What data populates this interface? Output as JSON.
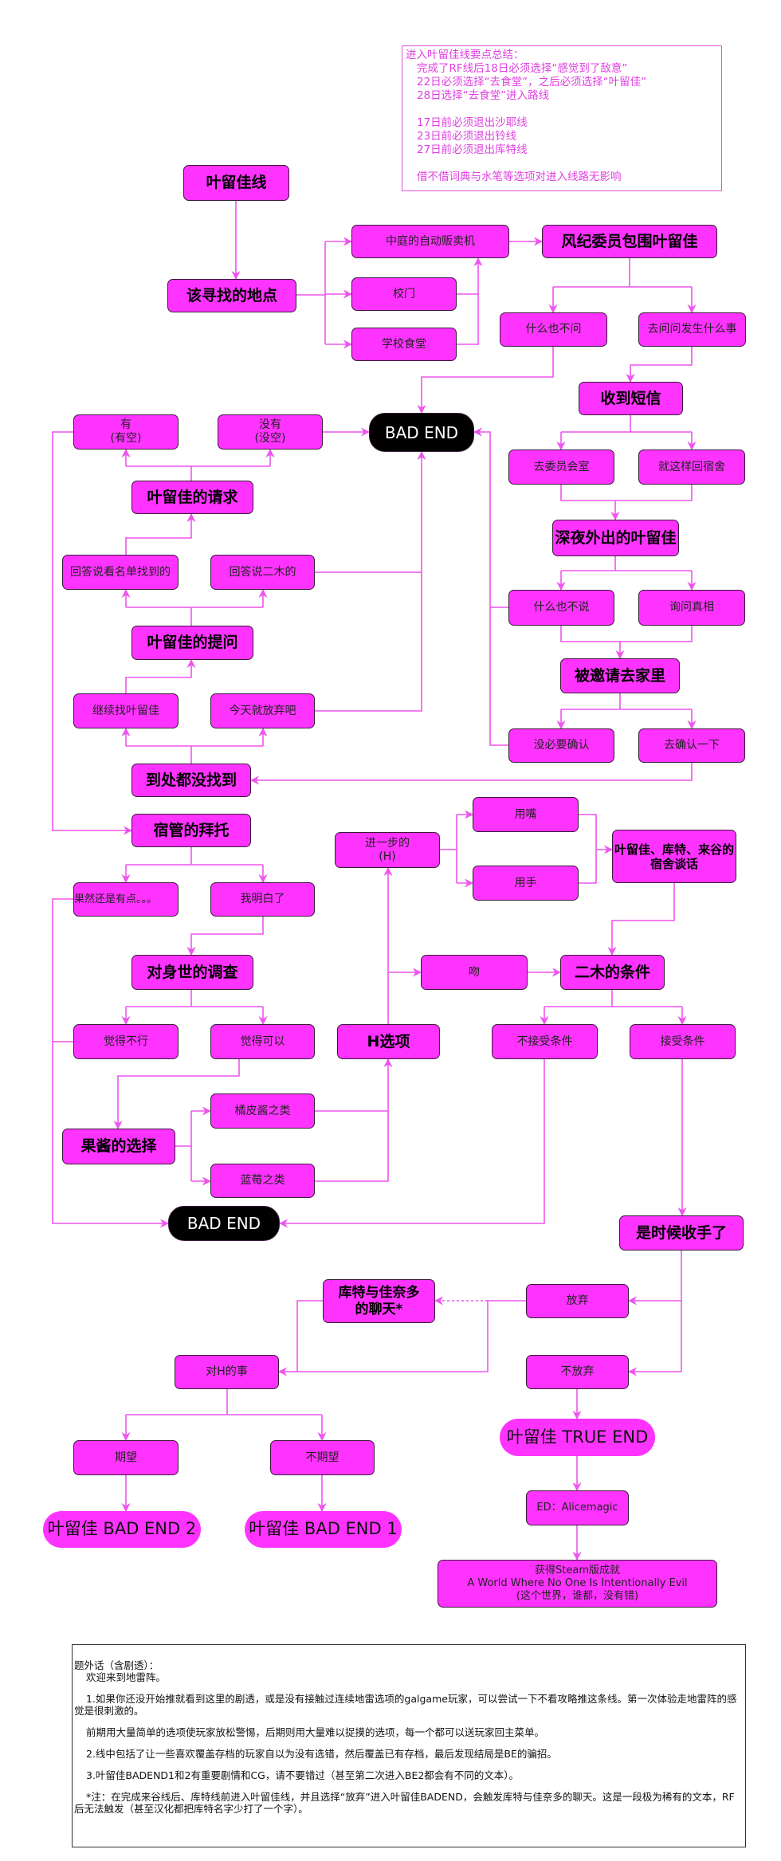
{
  "note": {
    "title": "进入叶留佳线要点总结：",
    "lines": [
      "完成了RF线后18日必须选择“感觉到了敌意”",
      "22日必须选择“去食堂”，之后必须选择“叶留佳”",
      "28日选择“去食堂”进入路线",
      "17日前必须退出沙耶线",
      "23日前必须退出铃线",
      "27日前必须退出库特线",
      "借不借词典与水笔等选项对进入线路无影响"
    ]
  },
  "nodes": {
    "start": "叶留佳线",
    "search_place": "该寻找的地点",
    "vending": "中庭的自动贩卖机",
    "gate": "校门",
    "cafeteria": "学校食堂",
    "surrounded": "风纪委员包围叶留佳",
    "ask_nothing": "什么也不问",
    "ask_what": "去问问发生什么事",
    "sms": "收到短信",
    "bad_end_a": "BAD END",
    "have_time": "有\n(有空)",
    "no_time": "没有\n(没空)",
    "to_committee": "去委员会室",
    "go_dorm": "就这样回宿舍",
    "request": "叶留佳的请求",
    "night_out": "深夜外出的叶留佳",
    "answer_list": "回答说看名单找到的",
    "answer_futaki": "回答说二木的",
    "say_nothing": "什么也不说",
    "ask_truth": "询问真相",
    "question": "叶留佳的提问",
    "invited_home": "被邀请去家里",
    "keep_searching": "继续找叶留佳",
    "give_up_today": "今天就放弃吧",
    "no_need_confirm": "没必要确认",
    "go_confirm": "去确认一下",
    "not_found": "到处都没找到",
    "dorm_request": "宿管的拜托",
    "further_h": "进一步的\n(H)",
    "mouth": "用嘴",
    "hand": "用手",
    "dorm_talk": "叶留佳、库特、来谷的\n宿舍谈话",
    "still_a_bit": "果然还是有点。。。",
    "understood": "我明白了",
    "kiss": "吻",
    "futaki_condition": "二木的条件",
    "origin_investigation": "对身世的调查",
    "feel_no": "觉得不行",
    "feel_ok": "觉得可以",
    "h_option": "H选项",
    "reject_condition": "不接受条件",
    "accept_condition": "接受条件",
    "jam_choice": "果酱的选择",
    "marmalade": "橘皮酱之类",
    "blueberry": "蓝莓之类",
    "bad_end_b": "BAD END",
    "time_to_stop": "是时候收手了",
    "kud_kanata_chat": "库特与佳奈多\n的聊天*",
    "give_up": "放弃",
    "about_h": "对H的事",
    "not_give_up": "不放弃",
    "true_end": "叶留佳 TRUE END",
    "hope": "期望",
    "not_hope": "不期望",
    "ed": "ED：Alicemagic",
    "bad_end_2": "叶留佳 BAD END 2",
    "bad_end_1": "叶留佳 BAD END 1",
    "achievement": "获得Steam版成就\nA World Where No One Is Intentionally Evil\n(这个世界，谁都，没有错)"
  },
  "footer": {
    "title": "题外话（含剧透）：",
    "welcome": "欢迎来到地雷阵。",
    "p1": "1.如果你还没开始推就看到这里的剧透，或是没有接触过连续地雷选项的galgame玩家，可以尝试一下不看攻略推这条线。第一次体验走地雷阵的感觉是很刺激的。",
    "p1b": "前期用大量简单的选项使玩家放松警惕，后期则用大量难以捉摸的选项，每一个都可以送玩家回主菜单。",
    "p2": "2.线中包括了让一些喜欢覆盖存档的玩家自以为没有选错，然后覆盖已有存档，最后发现结局是BE的骗招。",
    "p3": "3.叶留佳BADEND1和2有重要剧情和CG，请不要错过（甚至第二次进入BE2都会有不同的文本）。",
    "p4": "*注：在完成来谷线后、库特线前进入叶留佳线，并且选择“放弃”进入叶留佳BADEND，会触发库特与佳奈多的聊天。这是一段极为稀有的文本，RF后无法触发（甚至汉化都把库特名字少打了一个字）。"
  },
  "colors": {
    "node": "#ff33ff",
    "line": "#ee55ee",
    "end": "#000000",
    "note_text": "#e040e0"
  }
}
